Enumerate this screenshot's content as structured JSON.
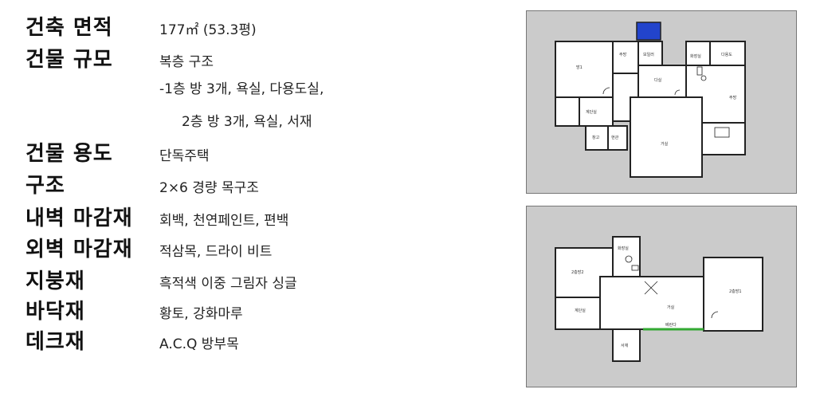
{
  "specs": [
    {
      "label": "건축 면적",
      "value": "177㎡ (53.3평)"
    },
    {
      "label": "건물 규모",
      "value": "복층 구조",
      "extra": [
        "-1층 방 3개, 욕실, 다용도실,",
        "2층 방 3개, 욕실, 서재"
      ]
    },
    {
      "label": "건물 용도",
      "value": "단독주택"
    },
    {
      "label": "구조",
      "value": "2×6 경량 목구조"
    },
    {
      "label": "내벽 마감재",
      "value": "회백, 천연페인트, 편백"
    },
    {
      "label": "외벽 마감재",
      "value": "적삼목, 드라이 비트"
    },
    {
      "label": "지붕재",
      "value": "흑적색 이중 그림자 싱글"
    },
    {
      "label": "바닥재",
      "value": "황토, 강화마루"
    },
    {
      "label": "데크재",
      "value": "A.C.Q 방부목"
    }
  ],
  "plan1": {
    "rooms": {
      "room1": "방1",
      "stair": "계단실",
      "storage1": "창고",
      "entrance": "현관",
      "living": "거실",
      "kitchen": "주방",
      "dining": "다실",
      "bath": "화장실",
      "utility": "다용도",
      "boiler": "보일러",
      "pantry": "주방"
    }
  },
  "plan2": {
    "rooms": {
      "room2": "2층방2",
      "room1": "2층방1",
      "bath": "화장실",
      "stair": "계단실",
      "hall": "거실",
      "study": "서재",
      "balcony": "베란다"
    }
  },
  "colors": {
    "plan_bg": "#cbcbcb",
    "floor": "#ffffff",
    "window_blue": "#2244cc",
    "deck_green": "#33aa33"
  }
}
